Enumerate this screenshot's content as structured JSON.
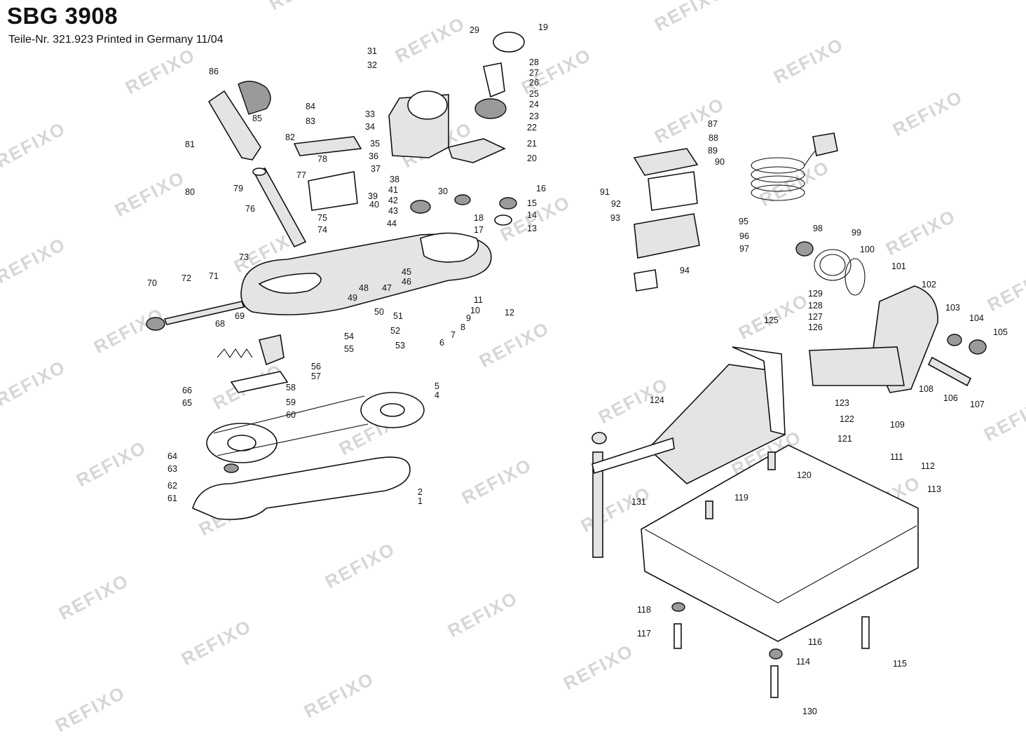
{
  "header": {
    "model": "SBG 3908",
    "part_number_line": "Teile-Nr. 321.923 Printed in Germany 11/04"
  },
  "watermark": "REFIXO",
  "colors": {
    "ink": "#111111",
    "watermark": "#d6d6d6",
    "paper": "#ffffff"
  },
  "callouts": [
    "1",
    "2",
    "4",
    "5",
    "6",
    "7",
    "8",
    "9",
    "10",
    "11",
    "12",
    "13",
    "14",
    "15",
    "16",
    "17",
    "18",
    "19",
    "20",
    "21",
    "22",
    "23",
    "24",
    "25",
    "26",
    "27",
    "28",
    "29",
    "30",
    "31",
    "32",
    "33",
    "34",
    "35",
    "36",
    "37",
    "38",
    "39",
    "40",
    "41",
    "42",
    "43",
    "44",
    "45",
    "46",
    "47",
    "48",
    "49",
    "50",
    "51",
    "52",
    "53",
    "54",
    "55",
    "56",
    "57",
    "58",
    "59",
    "60",
    "61",
    "62",
    "63",
    "64",
    "65",
    "66",
    "68",
    "69",
    "70",
    "71",
    "72",
    "73",
    "74",
    "75",
    "76",
    "77",
    "78",
    "79",
    "80",
    "81",
    "82",
    "83",
    "84",
    "85",
    "86",
    "87",
    "88",
    "89",
    "90",
    "91",
    "92",
    "93",
    "94",
    "95",
    "96",
    "97",
    "98",
    "99",
    "100",
    "101",
    "102",
    "103",
    "104",
    "105",
    "106",
    "107",
    "108",
    "109",
    "111",
    "112",
    "113",
    "114",
    "115",
    "116",
    "117",
    "118",
    "119",
    "120",
    "121",
    "122",
    "123",
    "124",
    "125",
    "126",
    "127",
    "128",
    "129",
    "130",
    "131"
  ]
}
